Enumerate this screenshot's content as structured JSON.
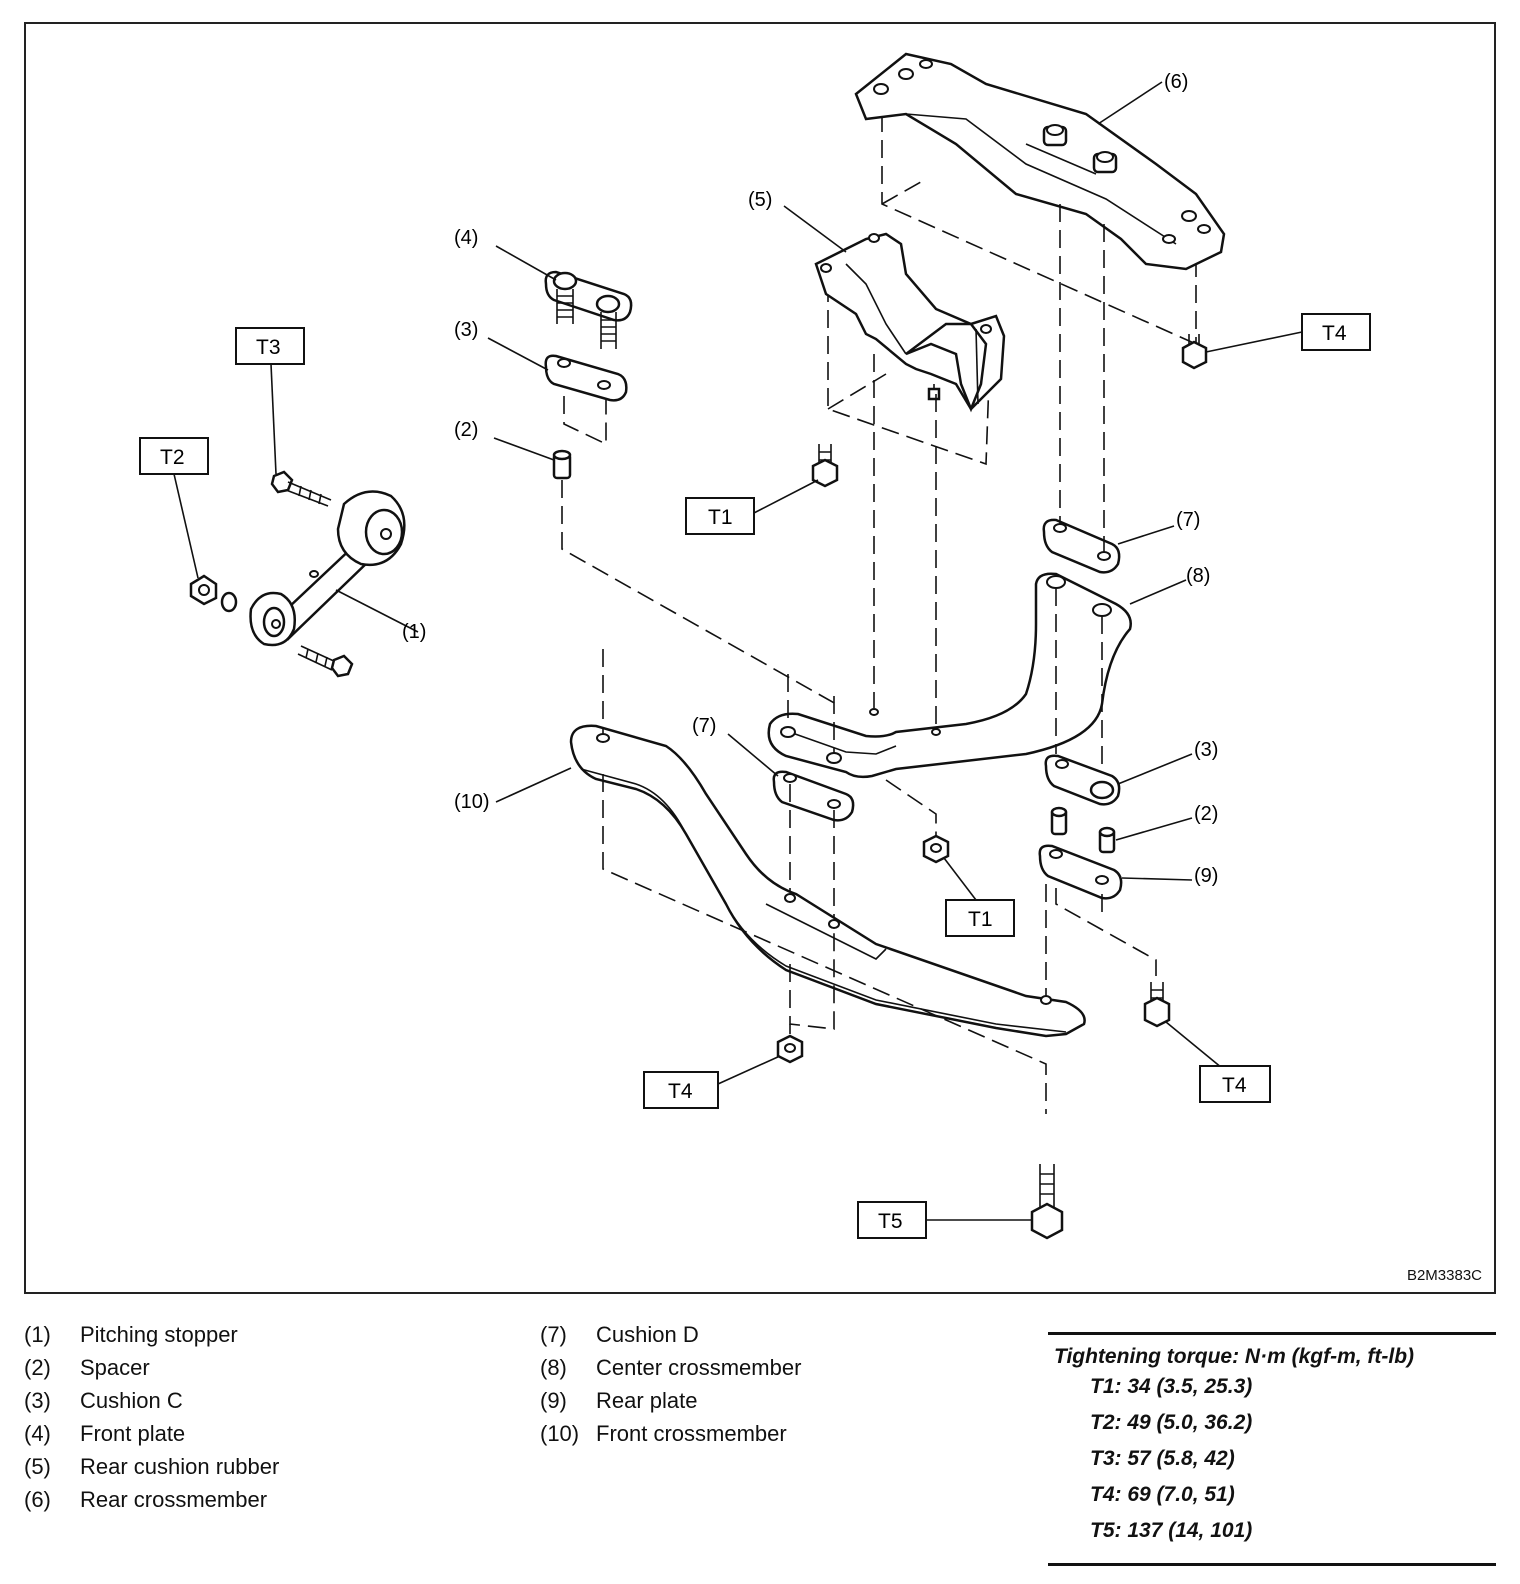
{
  "figure_code": "B2M3383C",
  "callouts": {
    "c1": "(1)",
    "c2a": "(2)",
    "c2b": "(2)",
    "c3a": "(3)",
    "c3b": "(3)",
    "c4": "(4)",
    "c5": "(5)",
    "c6": "(6)",
    "c7a": "(7)",
    "c7b": "(7)",
    "c8": "(8)",
    "c9": "(9)",
    "c10": "(10)"
  },
  "torque_labels": {
    "t1a": "T1",
    "t1b": "T1",
    "t2": "T2",
    "t3": "T3",
    "t4a": "T4",
    "t4b": "T4",
    "t4c": "T4",
    "t5": "T5"
  },
  "legend_left": [
    {
      "num": "(1)",
      "name": "Pitching stopper"
    },
    {
      "num": "(2)",
      "name": "Spacer"
    },
    {
      "num": "(3)",
      "name": "Cushion C"
    },
    {
      "num": "(4)",
      "name": "Front plate"
    },
    {
      "num": "(5)",
      "name": "Rear cushion rubber"
    },
    {
      "num": "(6)",
      "name": "Rear crossmember"
    }
  ],
  "legend_right": [
    {
      "num": "(7)",
      "name": "Cushion D"
    },
    {
      "num": "(8)",
      "name": "Center crossmember"
    },
    {
      "num": "(9)",
      "name": "Rear plate"
    },
    {
      "num": "(10)",
      "name": "Front crossmember"
    }
  ],
  "torque": {
    "title": "Tightening torque: N·m (kgf-m, ft-lb)",
    "rows": [
      "T1: 34 (3.5, 25.3)",
      "T2: 49 (5.0, 36.2)",
      "T3: 57 (5.8, 42)",
      "T4: 69 (7.0, 51)",
      "T5: 137 (14, 101)"
    ]
  }
}
